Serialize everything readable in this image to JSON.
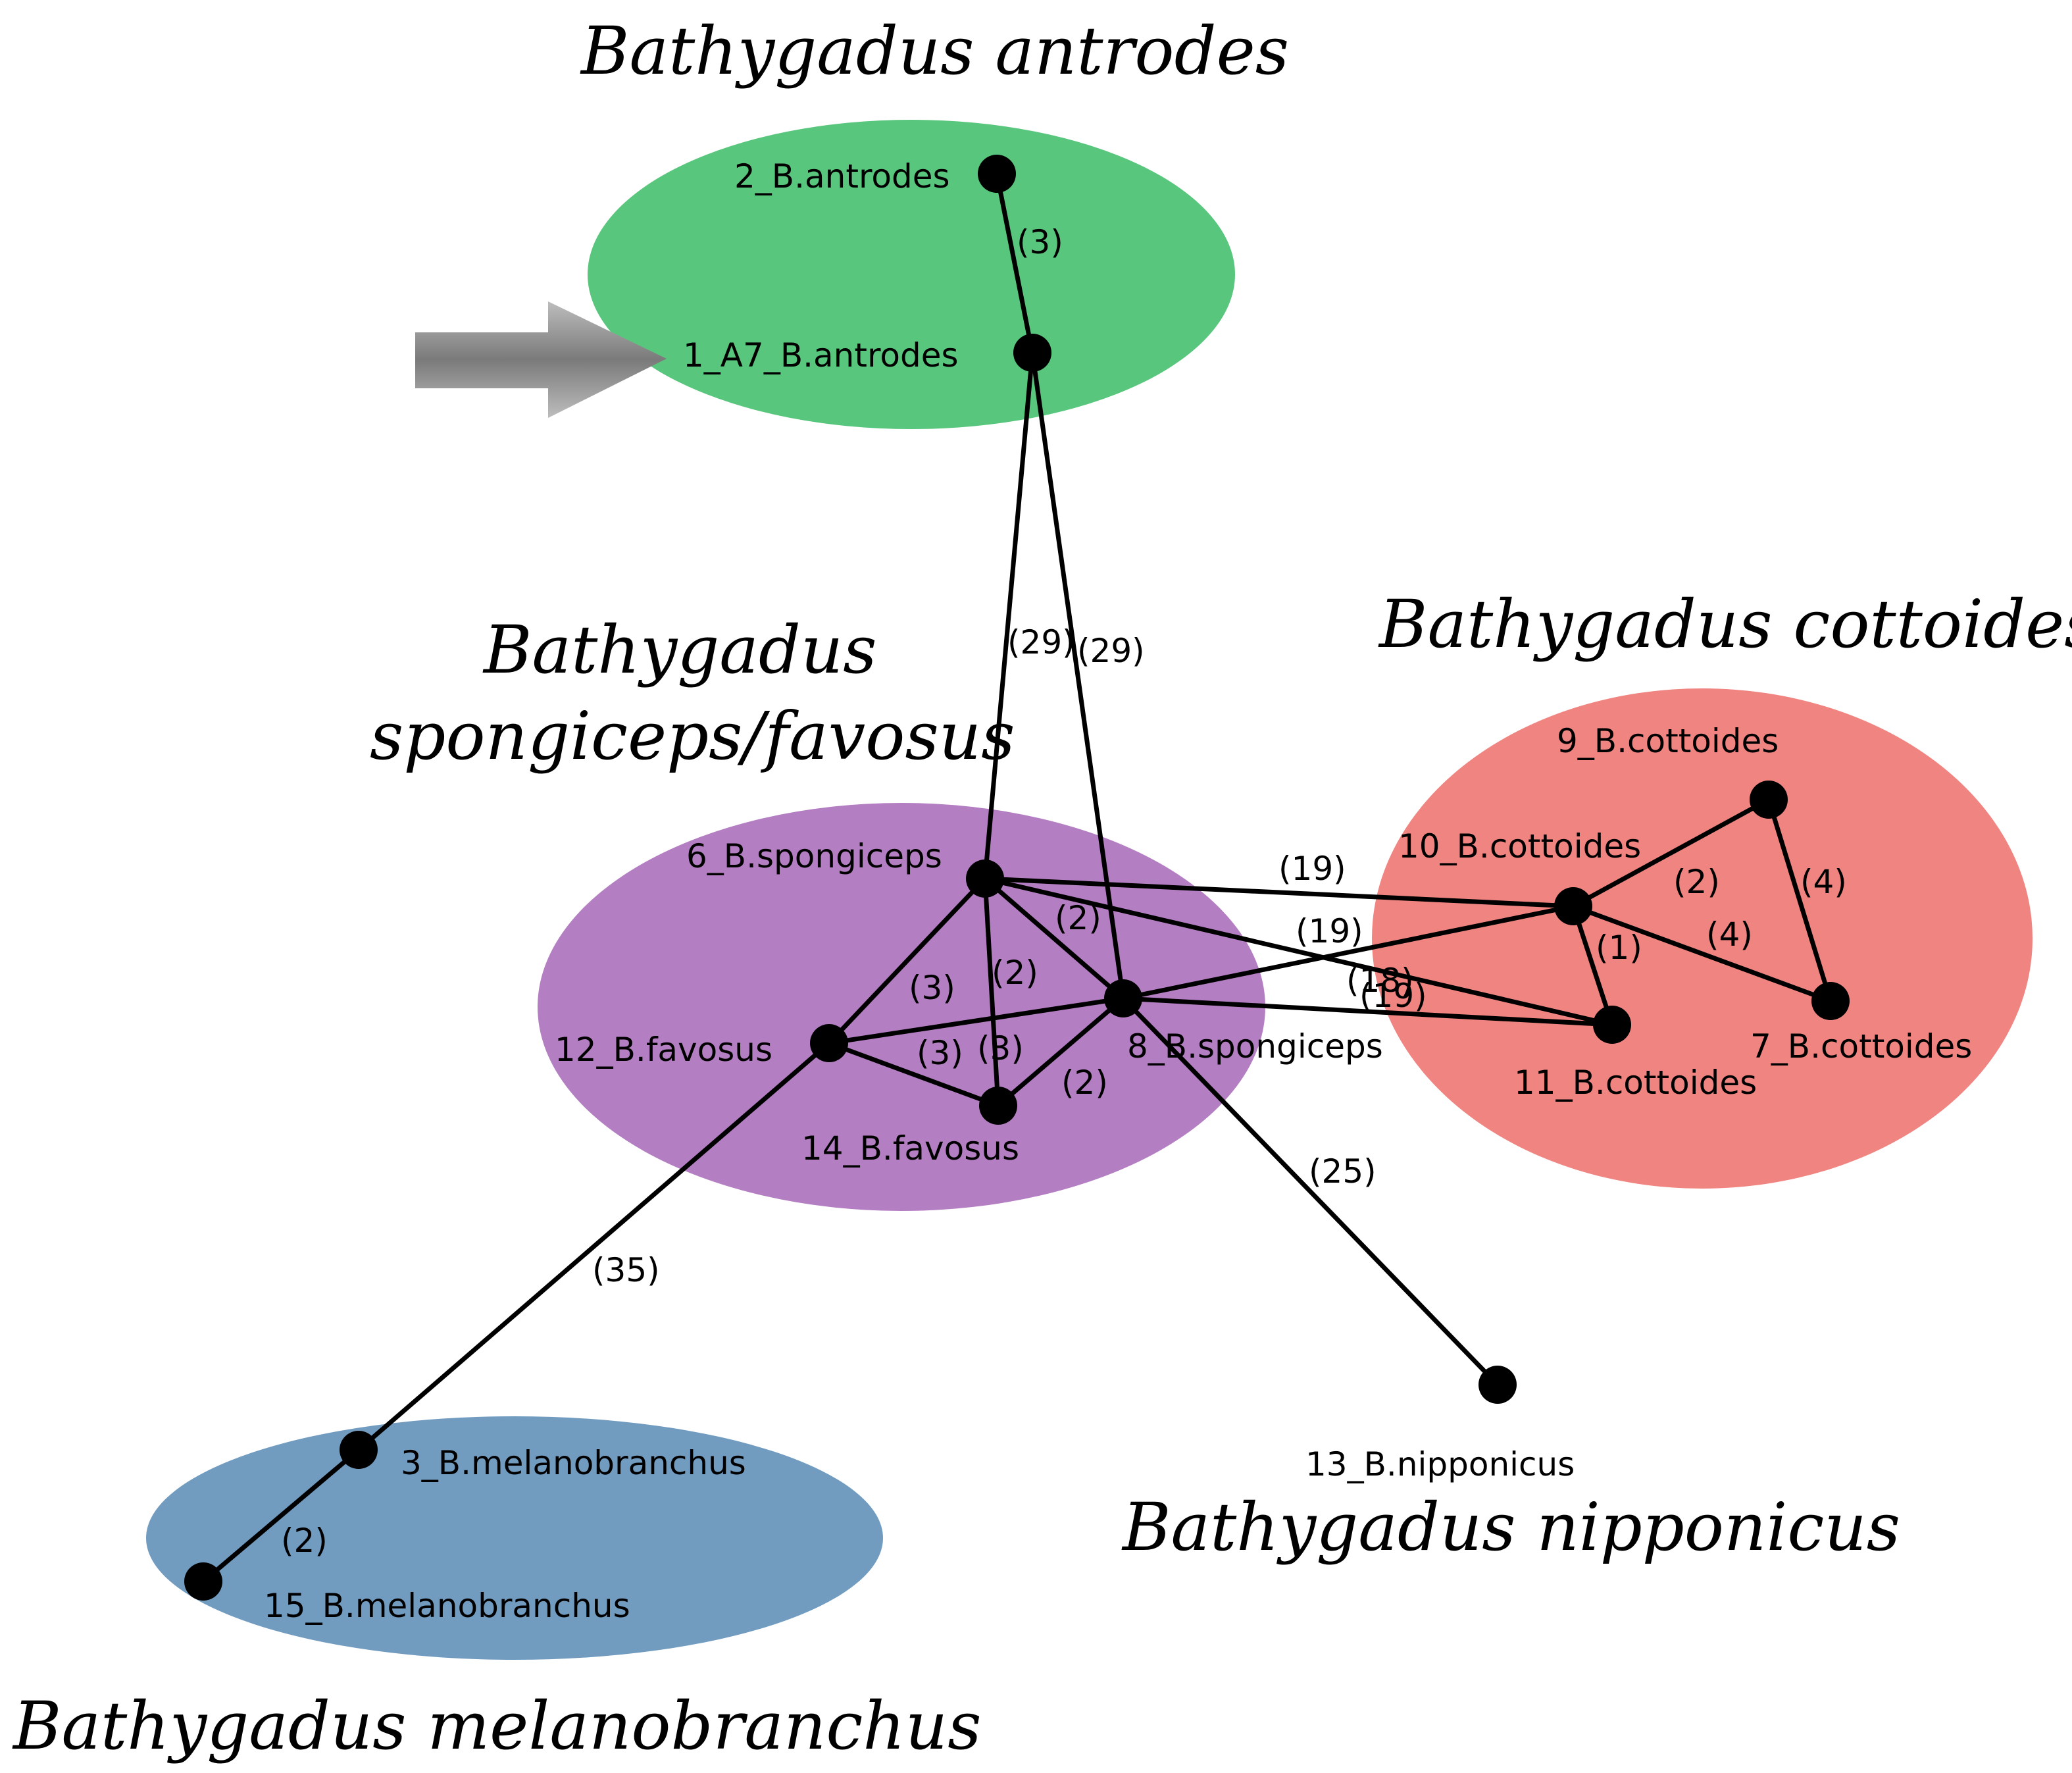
{
  "groups": [
    {
      "id": "antrodes",
      "name": "Bathygadus antrodes",
      "color": "#58c67c"
    },
    {
      "id": "spongiceps",
      "name_lines": [
        "Bathygadus",
        "spongiceps/favosus"
      ],
      "color": "#b47ec2"
    },
    {
      "id": "cottoides",
      "name": "Bathygadus cottoides",
      "color": "#f08480"
    },
    {
      "id": "melanobranchus",
      "name": "Bathygadus melanobranchus",
      "color": "#719cc0"
    },
    {
      "id": "nipponicus",
      "name": "Bathygadus nipponicus",
      "color": null
    }
  ],
  "nodes": [
    {
      "id": "2",
      "label": "2_B.antrodes"
    },
    {
      "id": "1",
      "label": "1_A7_B.antrodes"
    },
    {
      "id": "6",
      "label": "6_B.spongiceps"
    },
    {
      "id": "8",
      "label": "8_B.spongiceps"
    },
    {
      "id": "12",
      "label": "12_B.favosus"
    },
    {
      "id": "14",
      "label": "14_B.favosus"
    },
    {
      "id": "9",
      "label": "9_B.cottoides"
    },
    {
      "id": "10",
      "label": "10_B.cottoides"
    },
    {
      "id": "11",
      "label": "11_B.cottoides"
    },
    {
      "id": "7",
      "label": "7_B.cottoides"
    },
    {
      "id": "13",
      "label": "13_B.nipponicus"
    },
    {
      "id": "3",
      "label": "3_B.melanobranchus"
    },
    {
      "id": "15",
      "label": "15_B.melanobranchus"
    }
  ],
  "edges": [
    {
      "from": "2",
      "to": "1",
      "label": "(3)"
    },
    {
      "from": "1",
      "to": "6",
      "label": "(29)"
    },
    {
      "from": "1",
      "to": "8",
      "label": "(29)"
    },
    {
      "from": "6",
      "to": "10",
      "label": "(19)"
    },
    {
      "from": "8",
      "to": "10",
      "label": "(19)"
    },
    {
      "from": "6",
      "to": "11",
      "label": "(18)"
    },
    {
      "from": "8",
      "to": "11",
      "label": "(19)"
    },
    {
      "from": "6",
      "to": "8",
      "label": "(2)"
    },
    {
      "from": "6",
      "to": "14",
      "label": "(2)"
    },
    {
      "from": "6",
      "to": "12",
      "label": "(3)"
    },
    {
      "from": "12",
      "to": "14",
      "label": "(3)"
    },
    {
      "from": "12",
      "to": "8",
      "label": "(3)"
    },
    {
      "from": "14",
      "to": "8",
      "label": "(2)"
    },
    {
      "from": "10",
      "to": "9",
      "label": "(2)"
    },
    {
      "from": "10",
      "to": "7",
      "label": "(4)"
    },
    {
      "from": "9",
      "to": "7",
      "label": "(4)"
    },
    {
      "from": "10",
      "to": "11",
      "label": "(1)"
    },
    {
      "from": "8",
      "to": "13",
      "label": "(25)"
    },
    {
      "from": "12",
      "to": "3",
      "label": "(35)"
    },
    {
      "from": "3",
      "to": "15",
      "label": "(2)"
    }
  ],
  "arrow": {
    "target": "1",
    "color": "#8c8c8c"
  }
}
